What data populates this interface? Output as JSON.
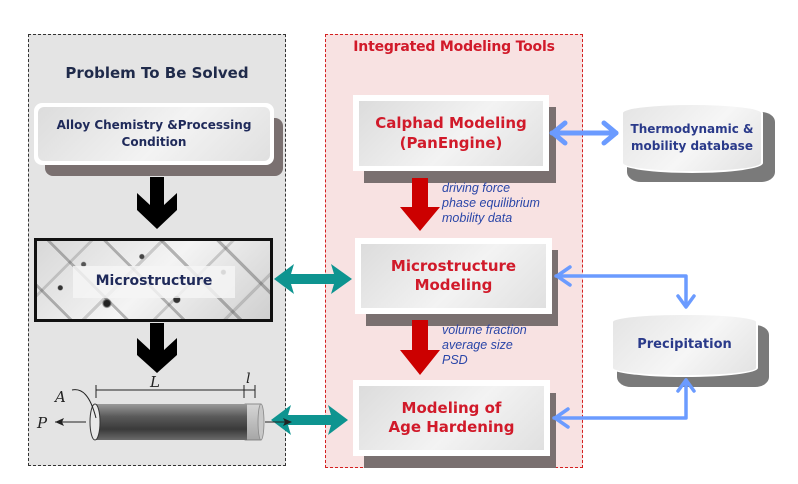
{
  "left_panel": {
    "title": "Problem To Be Solved",
    "alloy_box": {
      "line1": "Alloy Chemistry &Processing",
      "line2": "Condition"
    },
    "microstructure_label": "Microstructure",
    "specimen": {
      "label_A": "A",
      "label_L": "L",
      "label_l": "l",
      "label_P": "P"
    }
  },
  "right_panel": {
    "title": "Integrated Modeling Tools",
    "calphad_box": {
      "line1": "Calphad Modeling",
      "line2": "(PanEngine)"
    },
    "annotation_1": [
      "driving force",
      "phase equilibrium",
      "mobility data"
    ],
    "microstructure_box": {
      "line1": "Microstructure",
      "line2": "Modeling"
    },
    "annotation_2": [
      "volume fraction",
      "average size",
      "PSD"
    ],
    "age_hardening_box": {
      "line1": "Modeling of",
      "line2": "Age Hardening"
    }
  },
  "databases": {
    "thermo": {
      "line1": "Thermodynamic &",
      "line2": "mobility database"
    },
    "precipitation": {
      "line1": "Precipitation"
    }
  },
  "colors": {
    "red_text": "#d11a2a",
    "navy_text": "#1f2a4a",
    "annotation_blue": "#2a46a8",
    "teal_arrow": "#0e9490",
    "light_blue_arrow": "#6b9bff",
    "red_arrow": "#cc0000",
    "black_arrow": "#000000",
    "left_panel_bg": "#e4e4e4",
    "right_panel_bg": "#f8e2e2"
  }
}
